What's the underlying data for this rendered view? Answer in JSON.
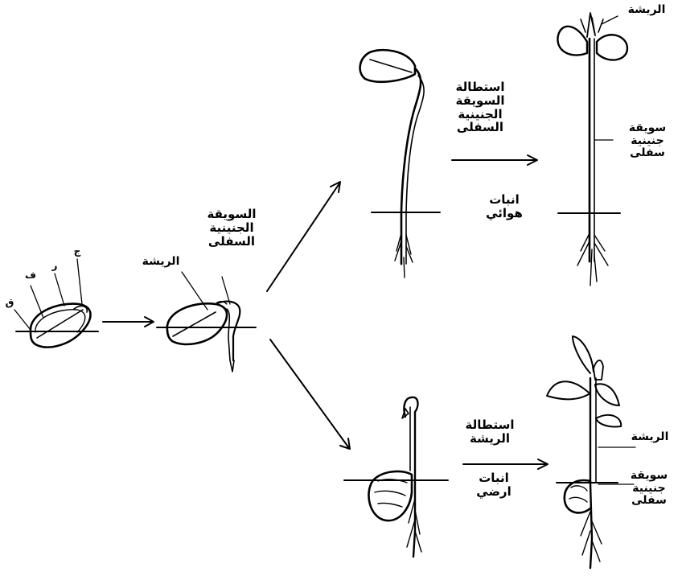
{
  "colors": {
    "ink": "#000000",
    "paper": "#ffffff"
  },
  "stage1": {
    "label_q": "ق",
    "label_f": "ف",
    "label_r": "ر",
    "label_j": "ج"
  },
  "stage2": {
    "plumule_label": "الريشة",
    "hypocotyl_label": "السويقة\nالجنينية\nالسفلى"
  },
  "epigeal": {
    "process_label": "استطالة\nالسويقة\nالجنينية\nالسفلى",
    "type_label": "انبات\nهوائي",
    "plumule_label": "الريشة",
    "hypocotyl_label": "سويقة\nجنينية\nسفلى"
  },
  "hypogeal": {
    "process_label": "استطالة\nالريشة",
    "type_label": "انبات\nارضي",
    "plumule_label": "الريشة",
    "hypocotyl_label": "سويقة\nجنينية\nسفلى"
  }
}
